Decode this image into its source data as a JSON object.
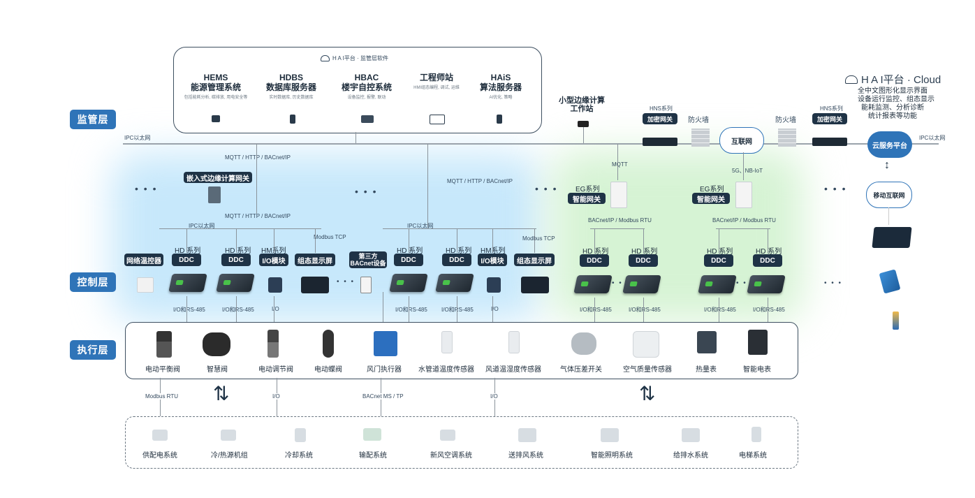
{
  "layers": {
    "supervision": "监管层",
    "control": "控制层",
    "execution": "执行层"
  },
  "platform": {
    "header": "H A I平台 · 监管层软件",
    "systems": [
      {
        "code": "HEMS",
        "name": "能源管理系统",
        "desc": "包括能耗分析, 碳排放, 用电安全等"
      },
      {
        "code": "HDBS",
        "name": "数据库服务器",
        "desc": "实时数据库, 历史数据库"
      },
      {
        "code": "HBAC",
        "name": "楼宇自控系统",
        "desc": "设备监控, 报警, 联动"
      },
      {
        "code": "工程师站",
        "name": "",
        "desc": "HMI组态编程, 调试, 运维"
      },
      {
        "code": "HAiS",
        "name": "算法服务器",
        "desc": "AI优化, 策略"
      }
    ]
  },
  "edge_station": {
    "line1": "小型边缘计算",
    "line2": "工作站"
  },
  "network": {
    "ipc_left": "IPC以太网",
    "ipc_right": "IPC以太网",
    "ipc_sub1": "IPC以太网",
    "ipc_sub2": "IPC以太网",
    "mqtt_http_bacnet": "MQTT / HTTP / BACnet/IP",
    "mqtt_http_bacnet2": "MQTT / HTTP / BACnet/IP",
    "mqtt_http_bacnet3": "MQTT / HTTP / BACnet/IP",
    "mqtt": "MQTT",
    "fiveg": "5G、NB-IoT",
    "bacnet_modbus1": "BACnet/IP / Modbus RTU",
    "bacnet_modbus2": "BACnet/IP / Modbus RTU",
    "modbus_tcp1": "Modbus TCP",
    "modbus_tcp2": "Modbus TCP",
    "io_rs485": "I/O和RS-485",
    "io": "I/O",
    "modbus_rtu": "Modbus RTU",
    "bacnet_ms_tp": "BACnet MS / TP"
  },
  "security": {
    "hns1": "HNS系列",
    "hns1_tag": "加密网关",
    "hns2": "HNS系列",
    "hns2_tag": "加密网关",
    "firewall1": "防火墙",
    "firewall2": "防火墙",
    "internet": "互联网"
  },
  "cloud": {
    "title": "H A I平台 · Cloud",
    "lines": [
      "全中文图形化显示界面",
      "设备运行监控、组态显示",
      "能耗监测、分析诊断",
      "统计报表等功能"
    ],
    "cloud_platform": "云服务平台",
    "mobile_internet": "移动互联网"
  },
  "gateways": {
    "embedded": "嵌入式边缘计算网关",
    "eg1_series": "EG系列",
    "eg1_tag": "智能网关",
    "eg2_series": "EG系列",
    "eg2_tag": "智能网关"
  },
  "controllers": {
    "network_controller": "网络温控器",
    "hd_series": "HD 系列",
    "hm_series": "HM系列",
    "ddc": "DDC",
    "io_module": "I/O模块",
    "display": "组态显示屏",
    "third_party_l1": "第三方",
    "third_party_l2": "BACnet设备"
  },
  "devices": [
    "电动平衡阀",
    "智慧阀",
    "电动调节阀",
    "电动蝶阀",
    "风门执行器",
    "水管道温度传感器",
    "风道温湿度传感器",
    "气体压差开关",
    "空气质量传感器",
    "热量表",
    "智能电表"
  ],
  "subsystems": [
    "供配电系统",
    "冷/热源机组",
    "冷却系统",
    "输配系统",
    "新风空调系统",
    "送排风系统",
    "智能照明系统",
    "给排水系统",
    "电梯系统"
  ],
  "ellipsis": "• • •",
  "colors": {
    "accent": "#2f74b8",
    "tag_dark": "#1f3346",
    "glow_blue": "#bfe3fb",
    "glow_green": "#d4f2d2"
  }
}
